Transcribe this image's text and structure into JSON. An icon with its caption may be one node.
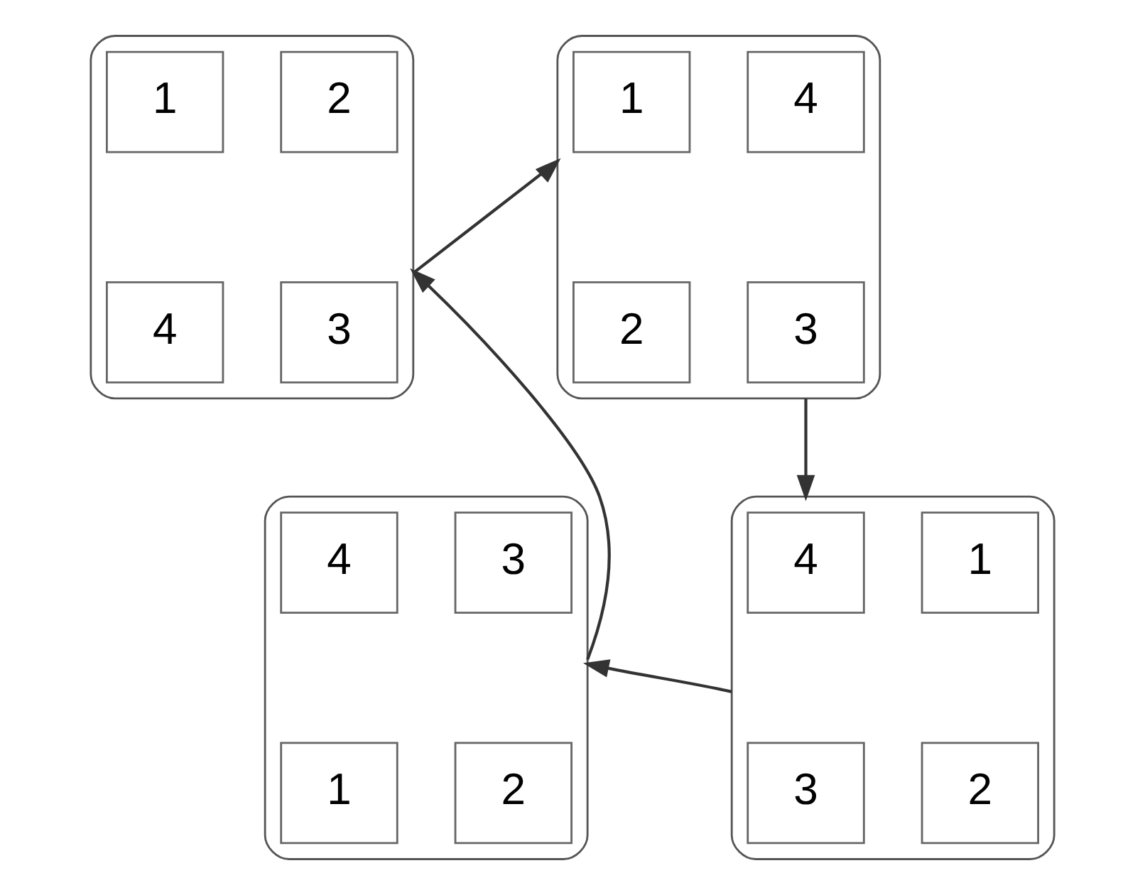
{
  "diagram": {
    "nodes": [
      {
        "text": [],
        "shape": "hexagon"
      },
      {
        "text": [
          "1"
        ],
        "in": 0
      },
      {
        "text": [
          "2"
        ],
        "in": 0
      },
      {
        "text": [
          "4"
        ],
        "in": 0
      },
      {
        "text": [
          "3"
        ],
        "in": 0
      },
      {
        "text": [],
        "shape": "hexagon"
      },
      {
        "text": [
          "1"
        ],
        "in": 5
      },
      {
        "text": [
          "4"
        ],
        "in": 5
      },
      {
        "text": [
          "2"
        ],
        "in": 5
      },
      {
        "text": [
          "3"
        ],
        "in": 5
      },
      {
        "text": [],
        "shape": "hexagon"
      },
      {
        "text": [
          "4"
        ],
        "in": 10
      },
      {
        "text": [
          "3"
        ],
        "in": 10
      },
      {
        "text": [
          "1"
        ],
        "in": 10
      },
      {
        "text": [
          "2"
        ],
        "in": 10
      },
      {
        "text": [],
        "shape": "hexagon"
      },
      {
        "text": [
          "4"
        ],
        "in": 15
      },
      {
        "text": [
          "1"
        ],
        "in": 15
      },
      {
        "text": [
          "3"
        ],
        "in": 15
      },
      {
        "text": [
          "2"
        ],
        "in": 15
      }
    ],
    "edges": [
      {
        "from": 0,
        "to": 5,
        "arrow": "to"
      },
      {
        "from": 5,
        "to": 15,
        "arrow": "to"
      },
      {
        "from": 15,
        "to": 10,
        "arrow": "to"
      },
      {
        "from": 10,
        "to": 0,
        "arrow": "to"
      }
    ]
  }
}
